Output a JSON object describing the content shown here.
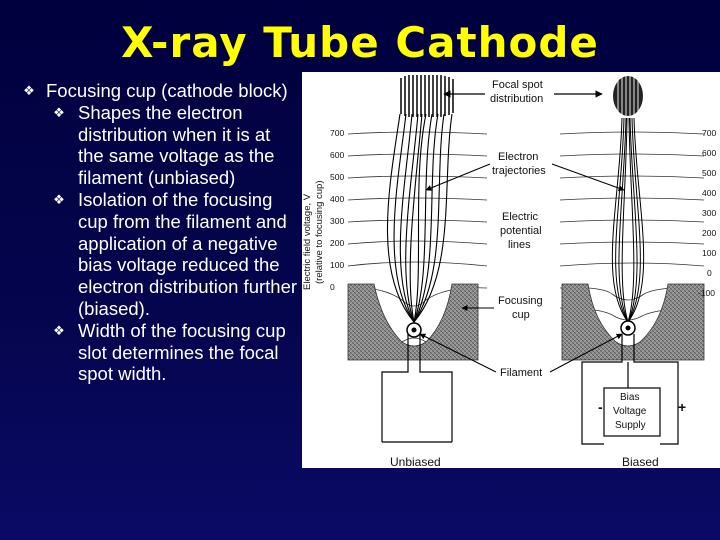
{
  "slide": {
    "title": "X-ray Tube Cathode",
    "bullets": {
      "main": "Focusing cup (cathode block)",
      "sub": [
        "Shapes the electron distribution when it is at the same voltage as the filament (unbiased)",
        "Isolation of the focusing cup from the filament and application of a negative bias voltage reduced the electron distribution further (biased).",
        "Width of the focusing cup slot determines the focal spot width."
      ]
    }
  },
  "figure": {
    "labels": {
      "focal_spot_1": "Focal spot",
      "focal_spot_2": "distribution",
      "trajectories_1": "Electron",
      "trajectories_2": "trajectories",
      "potential_1": "Electric",
      "potential_2": "potential",
      "potential_3": "lines",
      "cup_1": "Focusing",
      "cup_2": "cup",
      "filament": "Filament",
      "bias_1": "Bias",
      "bias_2": "Voltage",
      "bias_3": "Supply",
      "minus": "-",
      "plus": "+",
      "unbiased": "Unbiased",
      "biased": "Biased",
      "axis_1": "Electric field voltage, V",
      "axis_2": "(relative to focusing cup)"
    },
    "left_ticks": [
      "700",
      "600",
      "500",
      "400",
      "300",
      "200",
      "100",
      "0"
    ],
    "right_ticks": [
      "700",
      "600",
      "500",
      "400",
      "300",
      "200",
      "100",
      "0",
      "-100"
    ]
  }
}
